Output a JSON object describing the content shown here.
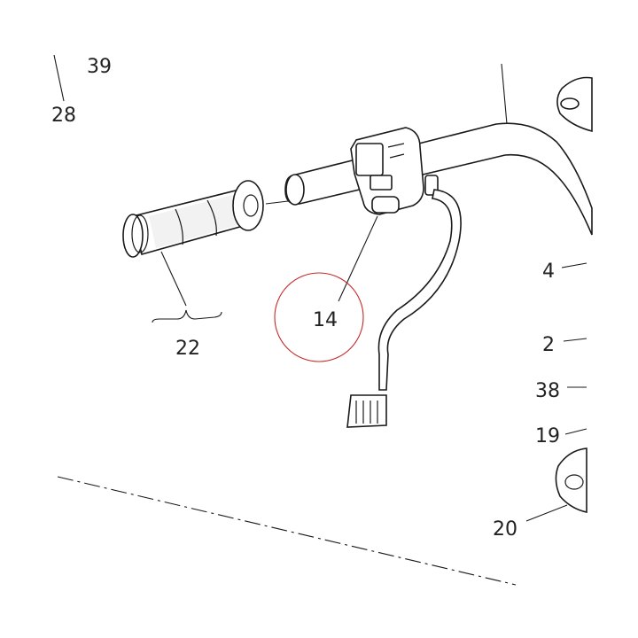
{
  "diagram": {
    "labels": {
      "l39": "39",
      "l28": "28",
      "l22": "22",
      "l14": "14",
      "l4": "4",
      "l2": "2",
      "l38": "38",
      "l19": "19",
      "l20": "20"
    },
    "highlight_color": "#c62828"
  }
}
